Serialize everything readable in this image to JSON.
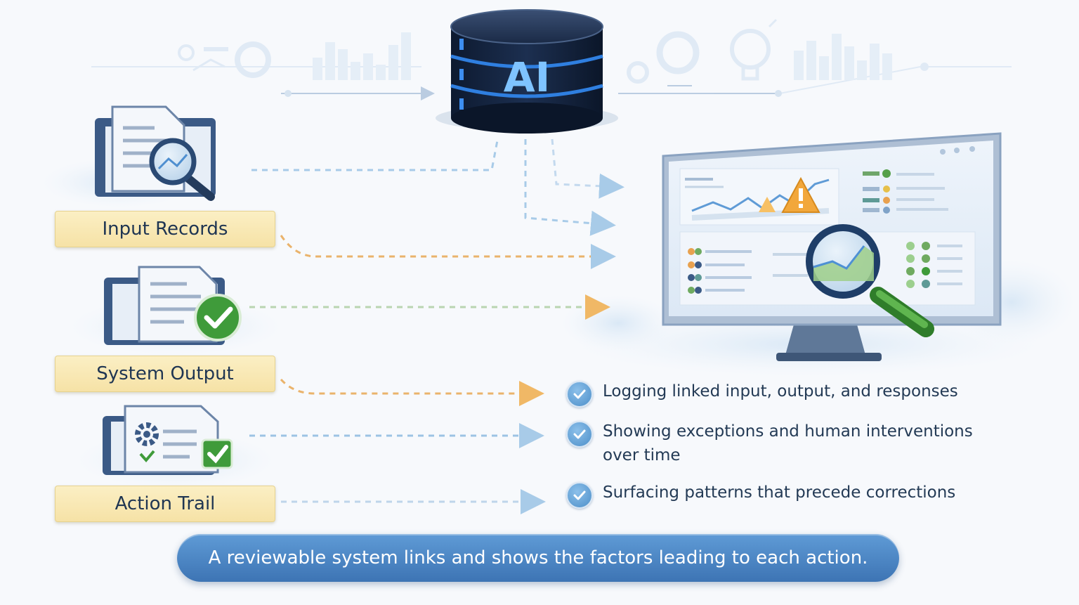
{
  "db": {
    "label": "AI"
  },
  "labels": [
    {
      "text": "Input Records"
    },
    {
      "text": "System Output"
    },
    {
      "text": "Action Trail"
    }
  ],
  "bullets": [
    {
      "lines": [
        "Logging linked input, output, and responses"
      ]
    },
    {
      "lines": [
        "Showing exceptions and human interventions",
        "over time"
      ]
    },
    {
      "lines": [
        "Surfacing patterns that precede corrections"
      ]
    }
  ],
  "banner": {
    "text": "A reviewable system links and shows the factors leading to each action."
  },
  "colors": {
    "accent_blue": "#3d74b4",
    "label_fill": "#f6e2a6",
    "dash_orange": "#eab36b",
    "dash_blue": "#9cc3e4",
    "db_body": "#101d33",
    "check_green": "#3f9b3a",
    "warning": "#f2a73b"
  },
  "icons": [
    "database-icon",
    "document-search-icon",
    "document-check-icon",
    "document-gear-icon",
    "monitor-dashboard-icon",
    "magnifier-icon",
    "warning-icon",
    "gear-icon",
    "lightbulb-icon",
    "bar-chart-icon"
  ]
}
